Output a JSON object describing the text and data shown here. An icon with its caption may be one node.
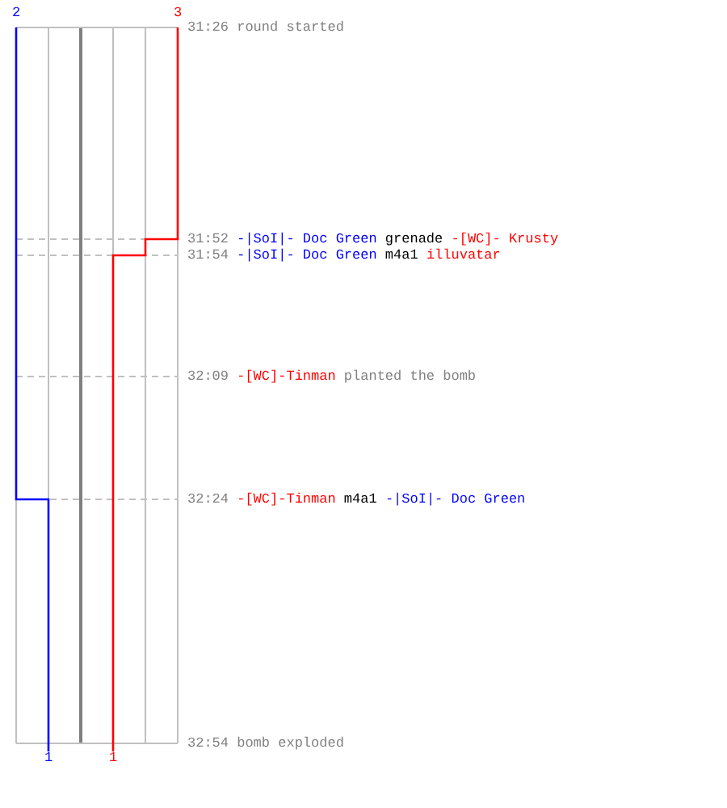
{
  "diagram": {
    "labels": [
      "2",
      "3",
      "31:26",
      "round started",
      "31:52",
      "-|SoI|- Doc Green",
      "grenade",
      "-[WC]- Krusty",
      "31:54",
      "-|SoI|- Doc Green",
      "m4a1",
      "illuvatar",
      "32:09",
      "-[WC]-Tinman",
      "planted the bomb",
      "32:24",
      "-[WC]-Tinman",
      "m4a1",
      "-|SoI|- Doc Green",
      "32:54",
      "bomb exploded",
      "1",
      "1"
    ]
  }
}
